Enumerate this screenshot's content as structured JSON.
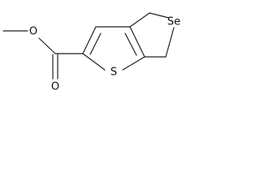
{
  "structure": {
    "atoms": {
      "se": "Se",
      "s": "S",
      "o_ester": "O",
      "o_carbonyl": "O"
    }
  }
}
